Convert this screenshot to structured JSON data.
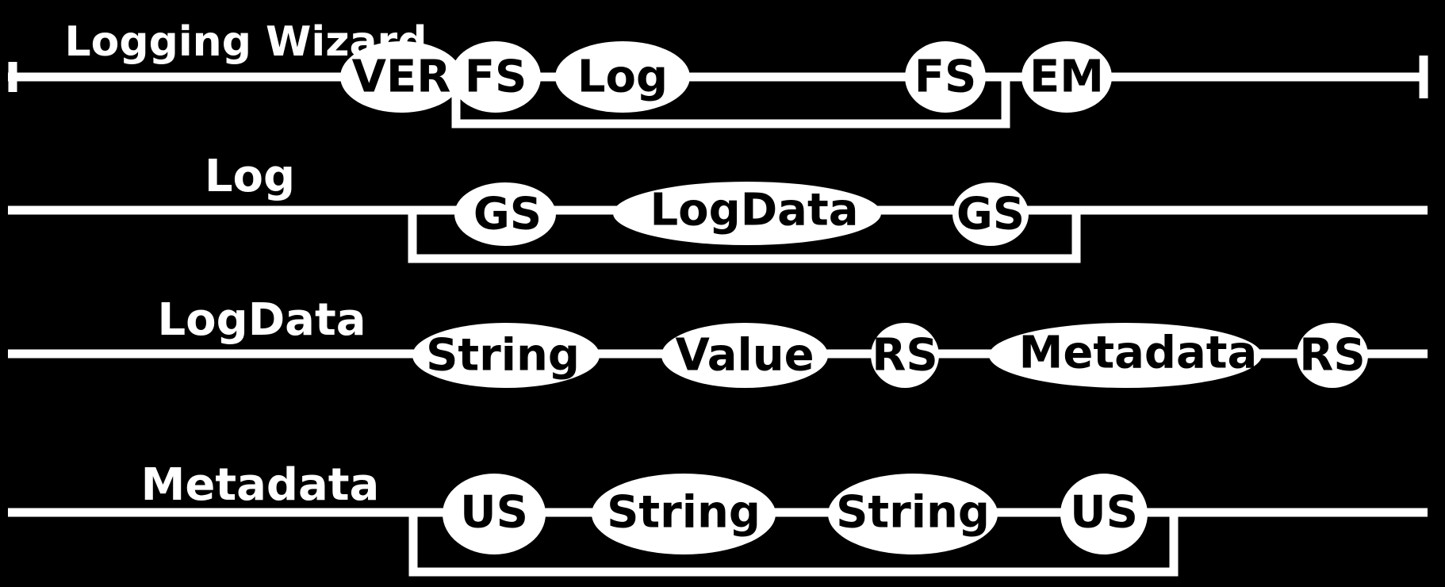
{
  "rules": [
    {
      "title": "Logging Wizard",
      "nodes": [
        "VER",
        "FS",
        "Log",
        "FS",
        "EM"
      ]
    },
    {
      "title": "Log",
      "nodes": [
        "GS",
        "LogData",
        "GS"
      ]
    },
    {
      "title": "LogData",
      "nodes": [
        "String",
        "Value",
        "RS",
        "Metadata",
        "RS"
      ]
    },
    {
      "title": "Metadata",
      "nodes": [
        "US",
        "String",
        "String",
        "US"
      ]
    }
  ],
  "colors": {
    "background": "#000000",
    "foreground": "#ffffff"
  }
}
